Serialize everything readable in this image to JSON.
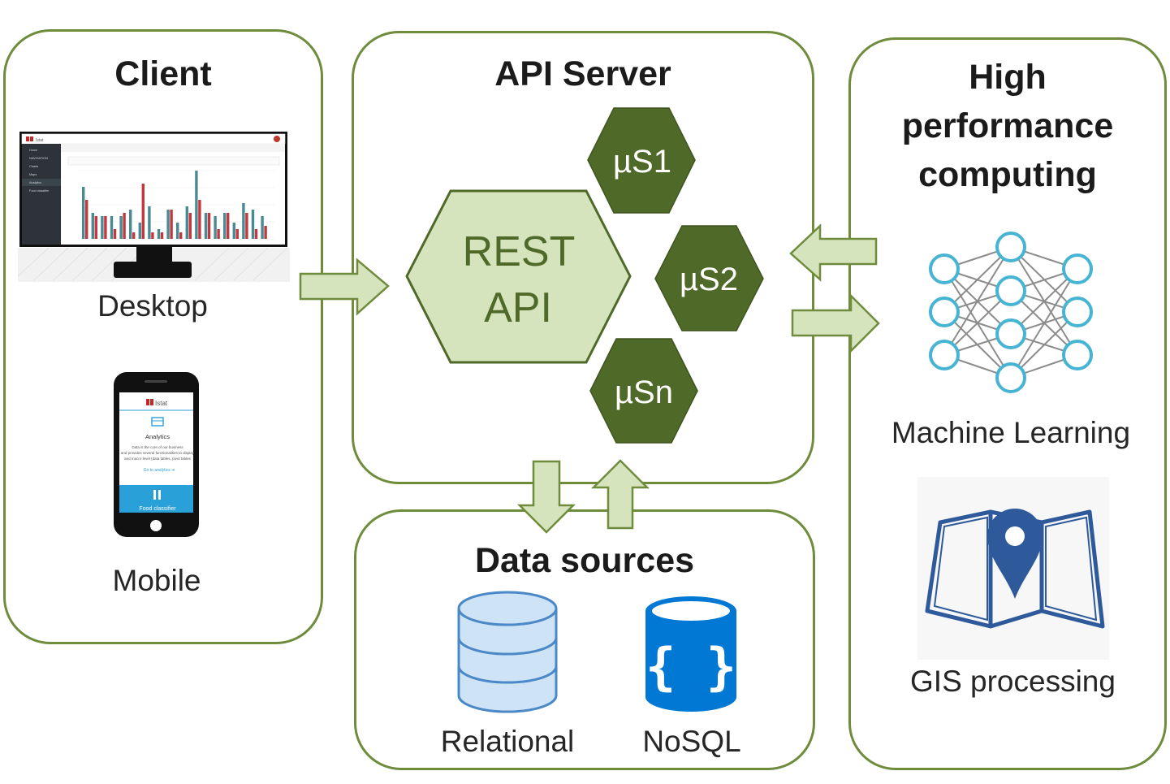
{
  "client": {
    "title": "Client",
    "desktop_label": "Desktop",
    "mobile_label": "Mobile",
    "mobile_screen": {
      "brand": "Istat",
      "heading": "Analytics",
      "body_line1": "Data is the core of our business",
      "body_line2": "and provides several functionalities to display",
      "body_line3": "and macro level (data tables, pivot tables",
      "link": "Go to analytics ➔",
      "footer": "Food classifier"
    },
    "desktop_screen": {
      "brand": "Istat",
      "nav": [
        "Home",
        "NAVIGATION",
        "Charts",
        "Maps",
        "Analytics",
        "Food classifier"
      ],
      "chart": {
        "series_a": [
          8,
          4,
          3.5,
          3.5,
          3.5,
          4.5,
          2.5,
          5,
          1.5,
          4.5,
          2.5,
          5,
          10.5,
          4,
          3.5,
          4,
          2.5,
          5.5,
          4.5,
          3.5
        ],
        "series_b": [
          6,
          3.5,
          3.5,
          1.5,
          4,
          1,
          8.5,
          1,
          1,
          4.5,
          1,
          4,
          6,
          4,
          1.5,
          4,
          1.5,
          4,
          1.5,
          2
        ]
      }
    }
  },
  "api_server": {
    "title": "API Server",
    "rest_line1": "REST",
    "rest_line2": "API",
    "microservices": [
      "µS1",
      "µS2",
      "µSn"
    ]
  },
  "data_sources": {
    "title": "Data sources",
    "relational_label": "Relational",
    "nosql_label": "NoSQL",
    "nosql_glyph": "{ }"
  },
  "hpc": {
    "title_line1": "High",
    "title_line2": "performance",
    "title_line3": "computing",
    "ml_label": "Machine Learning",
    "gis_label": "GIS processing"
  },
  "colors": {
    "panel_border": "#6f8c3c",
    "hex_dark": "#4f6a28",
    "hex_light": "#d6e4be",
    "arrow_fill": "#d6e4be",
    "neuron": "#46b4d2",
    "db_blue": "#0078d4",
    "map_blue": "#2e5a9b"
  }
}
